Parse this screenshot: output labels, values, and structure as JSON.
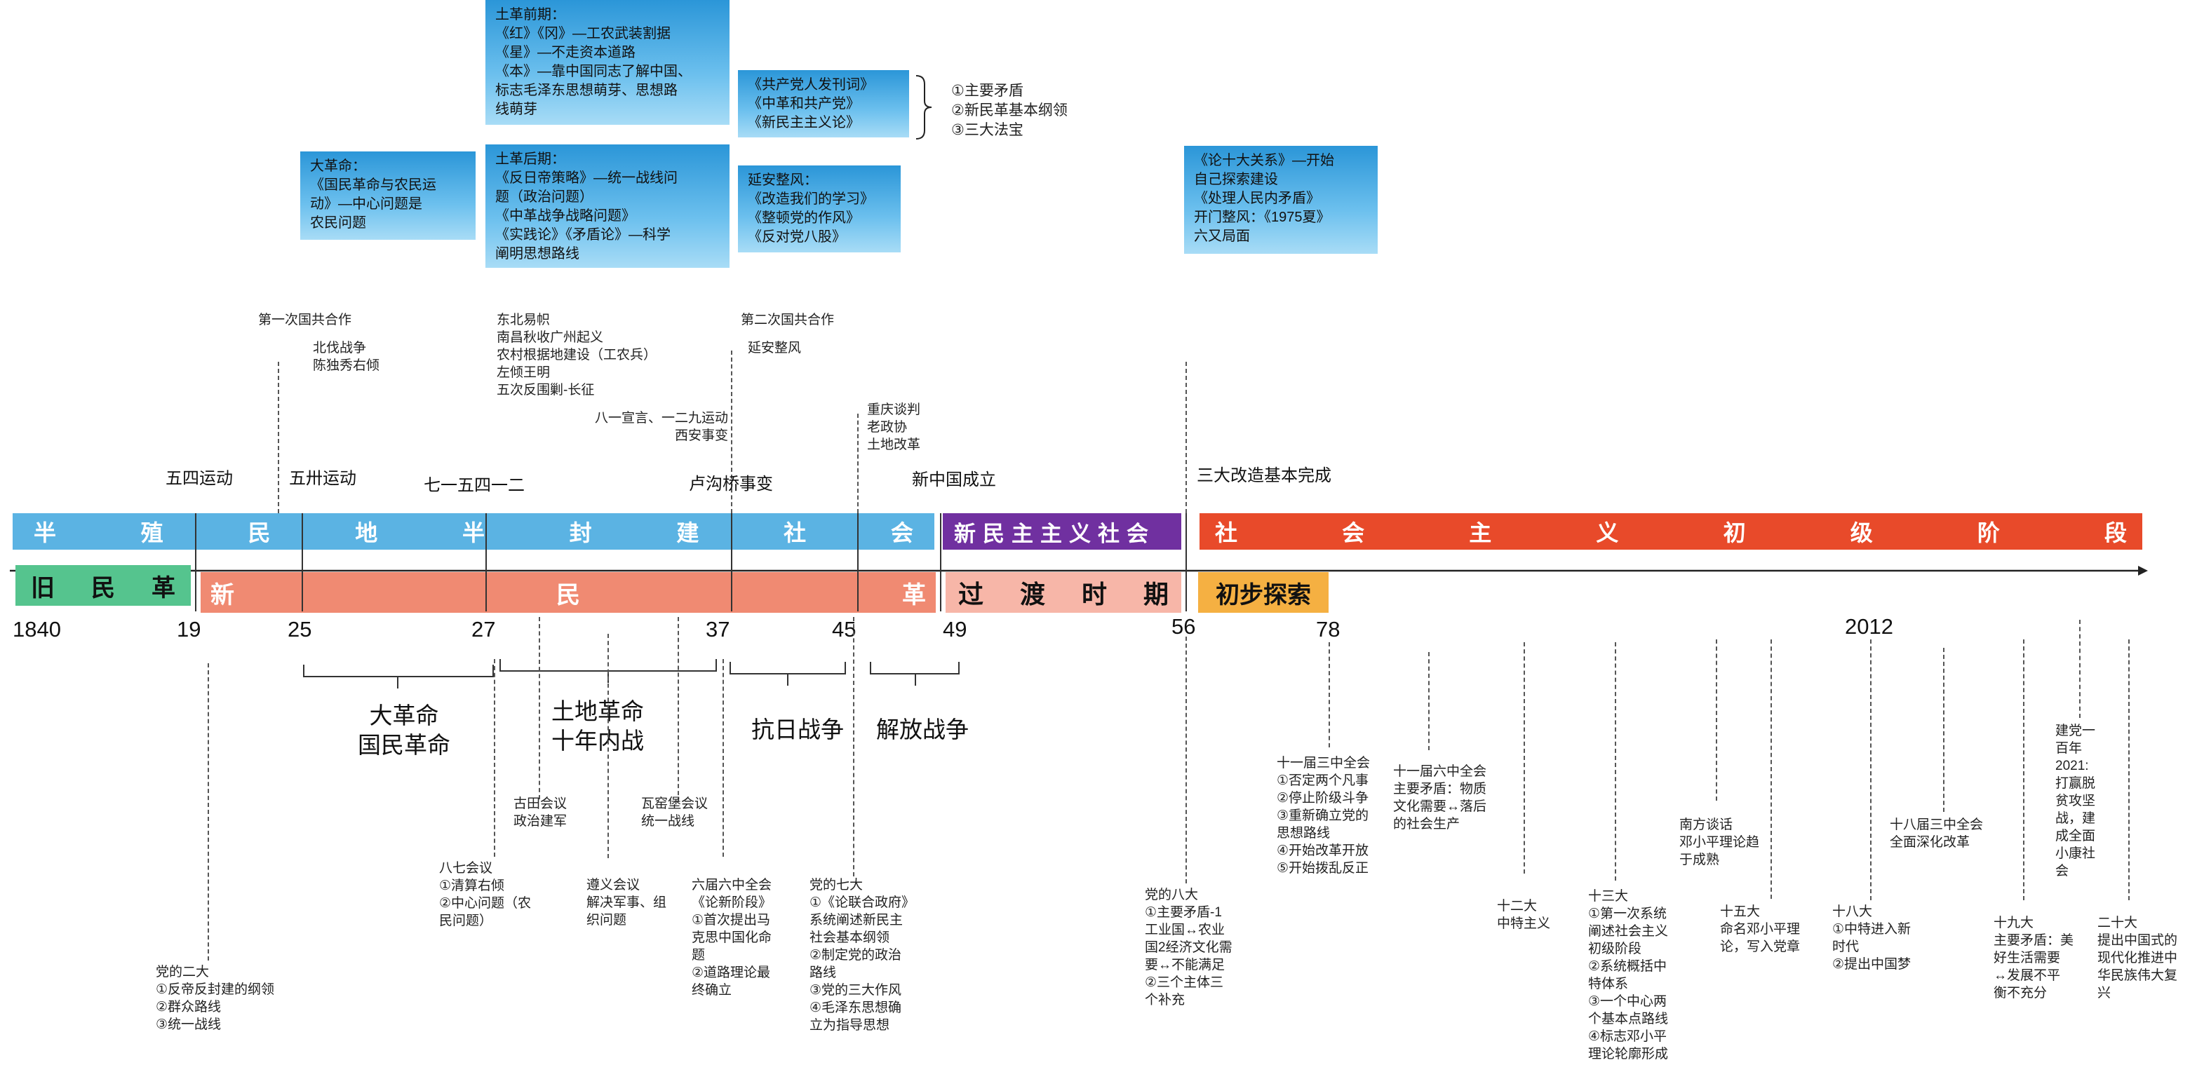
{
  "boxes": {
    "great_revolution": "大革命：\n《国民革命与农民运\n动》—中心问题是\n农民问题",
    "land_early": "土革前期：\n《红》《冈》—工农武装割据\n《星》—不走资本道路\n《本》—靠中国同志了解中国、\n标志毛泽东思想萌芽、思想路\n线萌芽",
    "land_late": "土革后期：\n《反日帝策略》—统一战线问\n题（政治问题）\n《中革战争战略问题》\n《实践论》《矛盾论》—科学\n阐明思想路线",
    "periodicals": "《共产党人发刊词》\n《中革和共产党》\n《新民主主义论》",
    "yanan": "延安整风：\n《改造我们的学习》\n《整顿党的作风》\n《反对党八股》",
    "ten_relations": "《论十大关系》—开始\n自己探索建设\n《处理人民内矛盾》\n开门整风：《1975夏》\n六又局面"
  },
  "bracket_list": "①主要矛盾\n②新民革基本纲领\n③三大法宝",
  "upper_notes": {
    "first_coop": "第一次国共合作",
    "northern": "北伐战争\n陈独秀右倾",
    "northeast": "东北易帜\n南昌秋收广州起义\n农村根据地建设（工农兵）\n左倾王明\n五次反围剿-长征",
    "xian": "八一宣言、一二九运动\n西安事变",
    "second_coop": "第二次国共合作",
    "yanan_zf": "延安整风",
    "chongqing": "重庆谈判\n老政协\n土地改革"
  },
  "events": {
    "may4": "五四运动",
    "may30": "五卅运动",
    "july15": "七一五四一二",
    "lugou": "卢沟桥事变",
    "newchina": "新中国成立",
    "three_reforms": "三大改造基本完成"
  },
  "bands": {
    "semi_colonial": [
      "半",
      "殖",
      "民",
      "地",
      "半",
      "封",
      "建",
      "社",
      "会"
    ],
    "new_democratic_society": "新民主主义社会",
    "socialist_primary": [
      "社",
      "会",
      "主",
      "义",
      "初",
      "级",
      "阶",
      "段"
    ],
    "old_dem_rev": [
      "旧",
      "民",
      "革"
    ],
    "new_dem_rev": [
      "新",
      "民",
      "革"
    ],
    "transition": [
      "过",
      "渡",
      "时",
      "期"
    ],
    "initial_explore": "初步探索"
  },
  "years": {
    "y1840": "1840",
    "y19": "19",
    "y25": "25",
    "y27": "27",
    "y37": "37",
    "y45": "45",
    "y49": "49",
    "y56": "56",
    "y78": "78",
    "y2012": "2012"
  },
  "wars": {
    "great_rev": "大革命\n国民革命",
    "land_rev": "土地革命\n十年内战",
    "anti_japan": "抗日战争",
    "liberation": "解放战争"
  },
  "lower_notes": {
    "gutian": "古田会议\n政治建军",
    "wayaobao": "瓦窑堡会议\n统一战线",
    "aug7": "八七会议\n①清算右倾\n②中心问题（农\n民问题）",
    "zunyi": "遵义会议\n解决军事、组\n织问题",
    "sixth6": "六届六中全会\n《论新阶段》\n①首次提出马\n克思中国化命\n题\n②道路理论最\n终确立",
    "seventh": "党的七大\n①《论联合政府》\n系统阐述新民主\n社会基本纲领\n②制定党的政治\n路线\n③党的三大作风\n④毛泽东思想确\n立为指导思想",
    "second": "党的二大\n①反帝反封建的纲领\n②群众路线\n③统一战线",
    "eighth": "党的八大\n①主要矛盾-1\n工业国↔农业\n国2经济文化需\n要↔不能满足\n②三个主体三\n个补充",
    "third_plenum": "十一届三中全会\n①否定两个凡事\n②停止阶级斗争\n③重新确立党的\n思想路线\n④开始改革开放\n⑤开始拨乱反正",
    "sixth_plenum": "十一届六中全会\n主要矛盾：物质\n文化需要↔落后\n的社会生产",
    "twelfth": "十二大\n中特主义",
    "thirteenth": "十三大\n①第一次系统\n阐述社会主义\n初级阶段\n②系统概括中\n特体系\n③一个中心两\n个基本点路线\n④标志邓小平\n理论轮廓形成",
    "south_talk": "南方谈话\n邓小平理论趋\n于成熟",
    "fifteenth": "十五大\n命名邓小平理\n论，写入党章",
    "eighteenth": "十八大\n①中特进入新\n时代\n②提出中国梦",
    "third_18": "十八届三中全会\n全面深化改革",
    "nineteenth": "十九大\n主要矛盾：美\n好生活需要\n↔发展不平\n衡不充分",
    "centenary": "建党一\n百年\n2021:\n打赢脱\n贫攻坚\n战，建\n成全面\n小康社\n会",
    "twentieth": "二十大\n提出中国式的\n现代化推进中\n华民族伟大复\n兴"
  },
  "colors": {
    "blue_band": "#5bb3e3",
    "purple_band": "#7030a0",
    "red_band": "#e84a2a",
    "green_band": "#55c48e",
    "salmon_band": "#f08a72",
    "pink_band": "#f7b6a8",
    "orange_band": "#f5b042"
  }
}
